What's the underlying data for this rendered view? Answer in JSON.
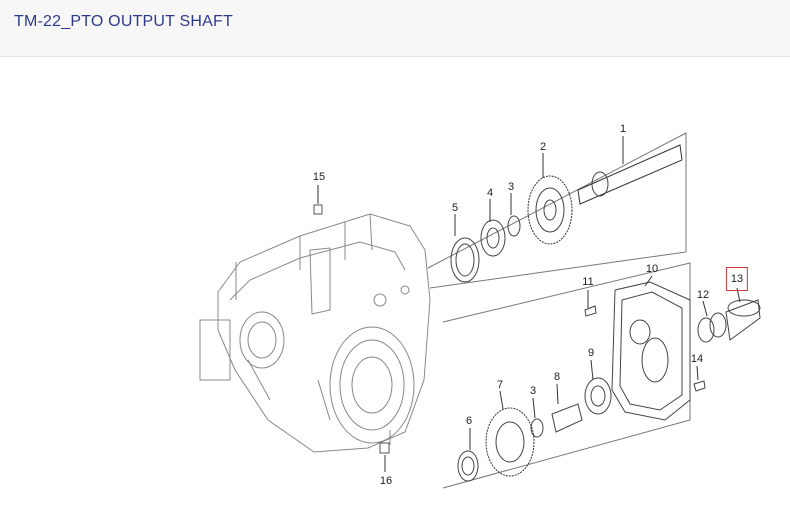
{
  "page": {
    "title": "TM-22_PTO OUTPUT SHAFT"
  },
  "diagram": {
    "selected_part": "13",
    "callouts": [
      {
        "id": "p1",
        "label": "1"
      },
      {
        "id": "p2",
        "label": "2"
      },
      {
        "id": "p3a",
        "label": "3"
      },
      {
        "id": "p4",
        "label": "4"
      },
      {
        "id": "p5",
        "label": "5"
      },
      {
        "id": "p15",
        "label": "15"
      },
      {
        "id": "p10",
        "label": "10"
      },
      {
        "id": "p11",
        "label": "11"
      },
      {
        "id": "p12",
        "label": "12"
      },
      {
        "id": "p13",
        "label": "13"
      },
      {
        "id": "p9",
        "label": "9"
      },
      {
        "id": "p14",
        "label": "14"
      },
      {
        "id": "p7",
        "label": "7"
      },
      {
        "id": "p3b",
        "label": "3"
      },
      {
        "id": "p8",
        "label": "8"
      },
      {
        "id": "p6",
        "label": "6"
      },
      {
        "id": "p16",
        "label": "16"
      }
    ]
  },
  "colors": {
    "title": "#2d3a8c",
    "highlight": "#d23a3a",
    "line_art": "#555555"
  }
}
